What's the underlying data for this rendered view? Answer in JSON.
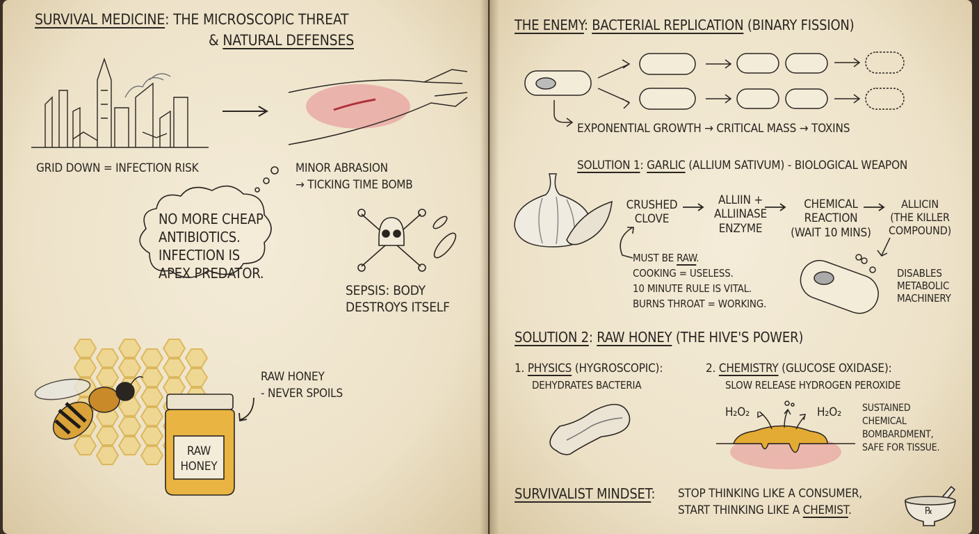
{
  "left_page": {
    "title_part1": "SURVIVAL MEDICINE",
    "title_part2": ": THE MICROSCOPIC THREAT",
    "title_part3": "& ",
    "title_part4": "NATURAL DEFENSES",
    "grid_down": "GRID DOWN = INFECTION RISK",
    "abrasion_line1": "MINOR ABRASION",
    "abrasion_line2": "→ TICKING TIME BOMB",
    "thought": "NO MORE CHEAP\nANTIBIOTICS.\nINFECTION IS\nAPEX PREDATOR.",
    "sepsis": "SEPSIS: BODY\nDESTROYS ITSELF",
    "honey_note_line1": "RAW HONEY",
    "honey_note_line2": "- NEVER SPOILS",
    "jar_label": "RAW\nHONEY"
  },
  "right_page": {
    "enemy_title_a": "THE ENEMY",
    "enemy_title_b": ": ",
    "enemy_title_c": "BACTERIAL REPLICATION",
    "enemy_title_d": " (BINARY FISSION)",
    "growth": "EXPONENTIAL GROWTH → CRITICAL MASS → TOXINS",
    "solution1_a": "SOLUTION 1",
    "solution1_b": ": ",
    "solution1_c": "GARLIC",
    "solution1_d": " (ALLIUM SATIVUM) - BIOLOGICAL WEAPON",
    "flow": [
      {
        "text": "CRUSHED\nCLOVE"
      },
      {
        "text": "ALLIIN +\nALLIINASE\nENZYME"
      },
      {
        "text": "CHEMICAL\nREACTION\n(WAIT 10 MINS)"
      },
      {
        "text": "ALLICIN\n(THE KILLER\nCOMPOUND)"
      }
    ],
    "garlic_notes": {
      "line1_a": "MUST BE ",
      "line1_b": "RAW",
      "line1_c": ".",
      "line2": "COOKING = USELESS.",
      "line3": "10 MINUTE RULE IS VITAL.",
      "line4": "BURNS THROAT = WORKING."
    },
    "disables": "DISABLES\nMETABOLIC\nMACHINERY",
    "solution2_a": "SOLUTION 2",
    "solution2_b": ": ",
    "solution2_c": "RAW HONEY",
    "solution2_d": " (THE HIVE'S POWER)",
    "point1_a": "1. ",
    "point1_b": "PHYSICS",
    "point1_c": " (HYGROSCOPIC):",
    "point1_desc": "DEHYDRATES BACTERIA",
    "point2_a": "2. ",
    "point2_b": "CHEMISTRY",
    "point2_c": " (GLUCOSE OXIDASE):",
    "point2_desc": "SLOW RELEASE HYDROGEN PEROXIDE",
    "h2o2_label": "H₂O₂",
    "sustained": "SUSTAINED\nCHEMICAL\nBOMBARDMENT,\nSAFE FOR TISSUE.",
    "mindset_a": "SURVIVALIST MINDSET",
    "mindset_b": ":",
    "mindset_line1": "STOP THINKING LIKE A CONSUMER,",
    "mindset_line2_a": "START THINKING LIKE A ",
    "mindset_line2_b": "CHEMIST",
    "mindset_line2_c": ".",
    "mortar_label": "℞"
  },
  "colors": {
    "paper": "#ede2c8",
    "ink": "#2a2520",
    "honey": "#e0a830",
    "wound": "#d9555f"
  }
}
